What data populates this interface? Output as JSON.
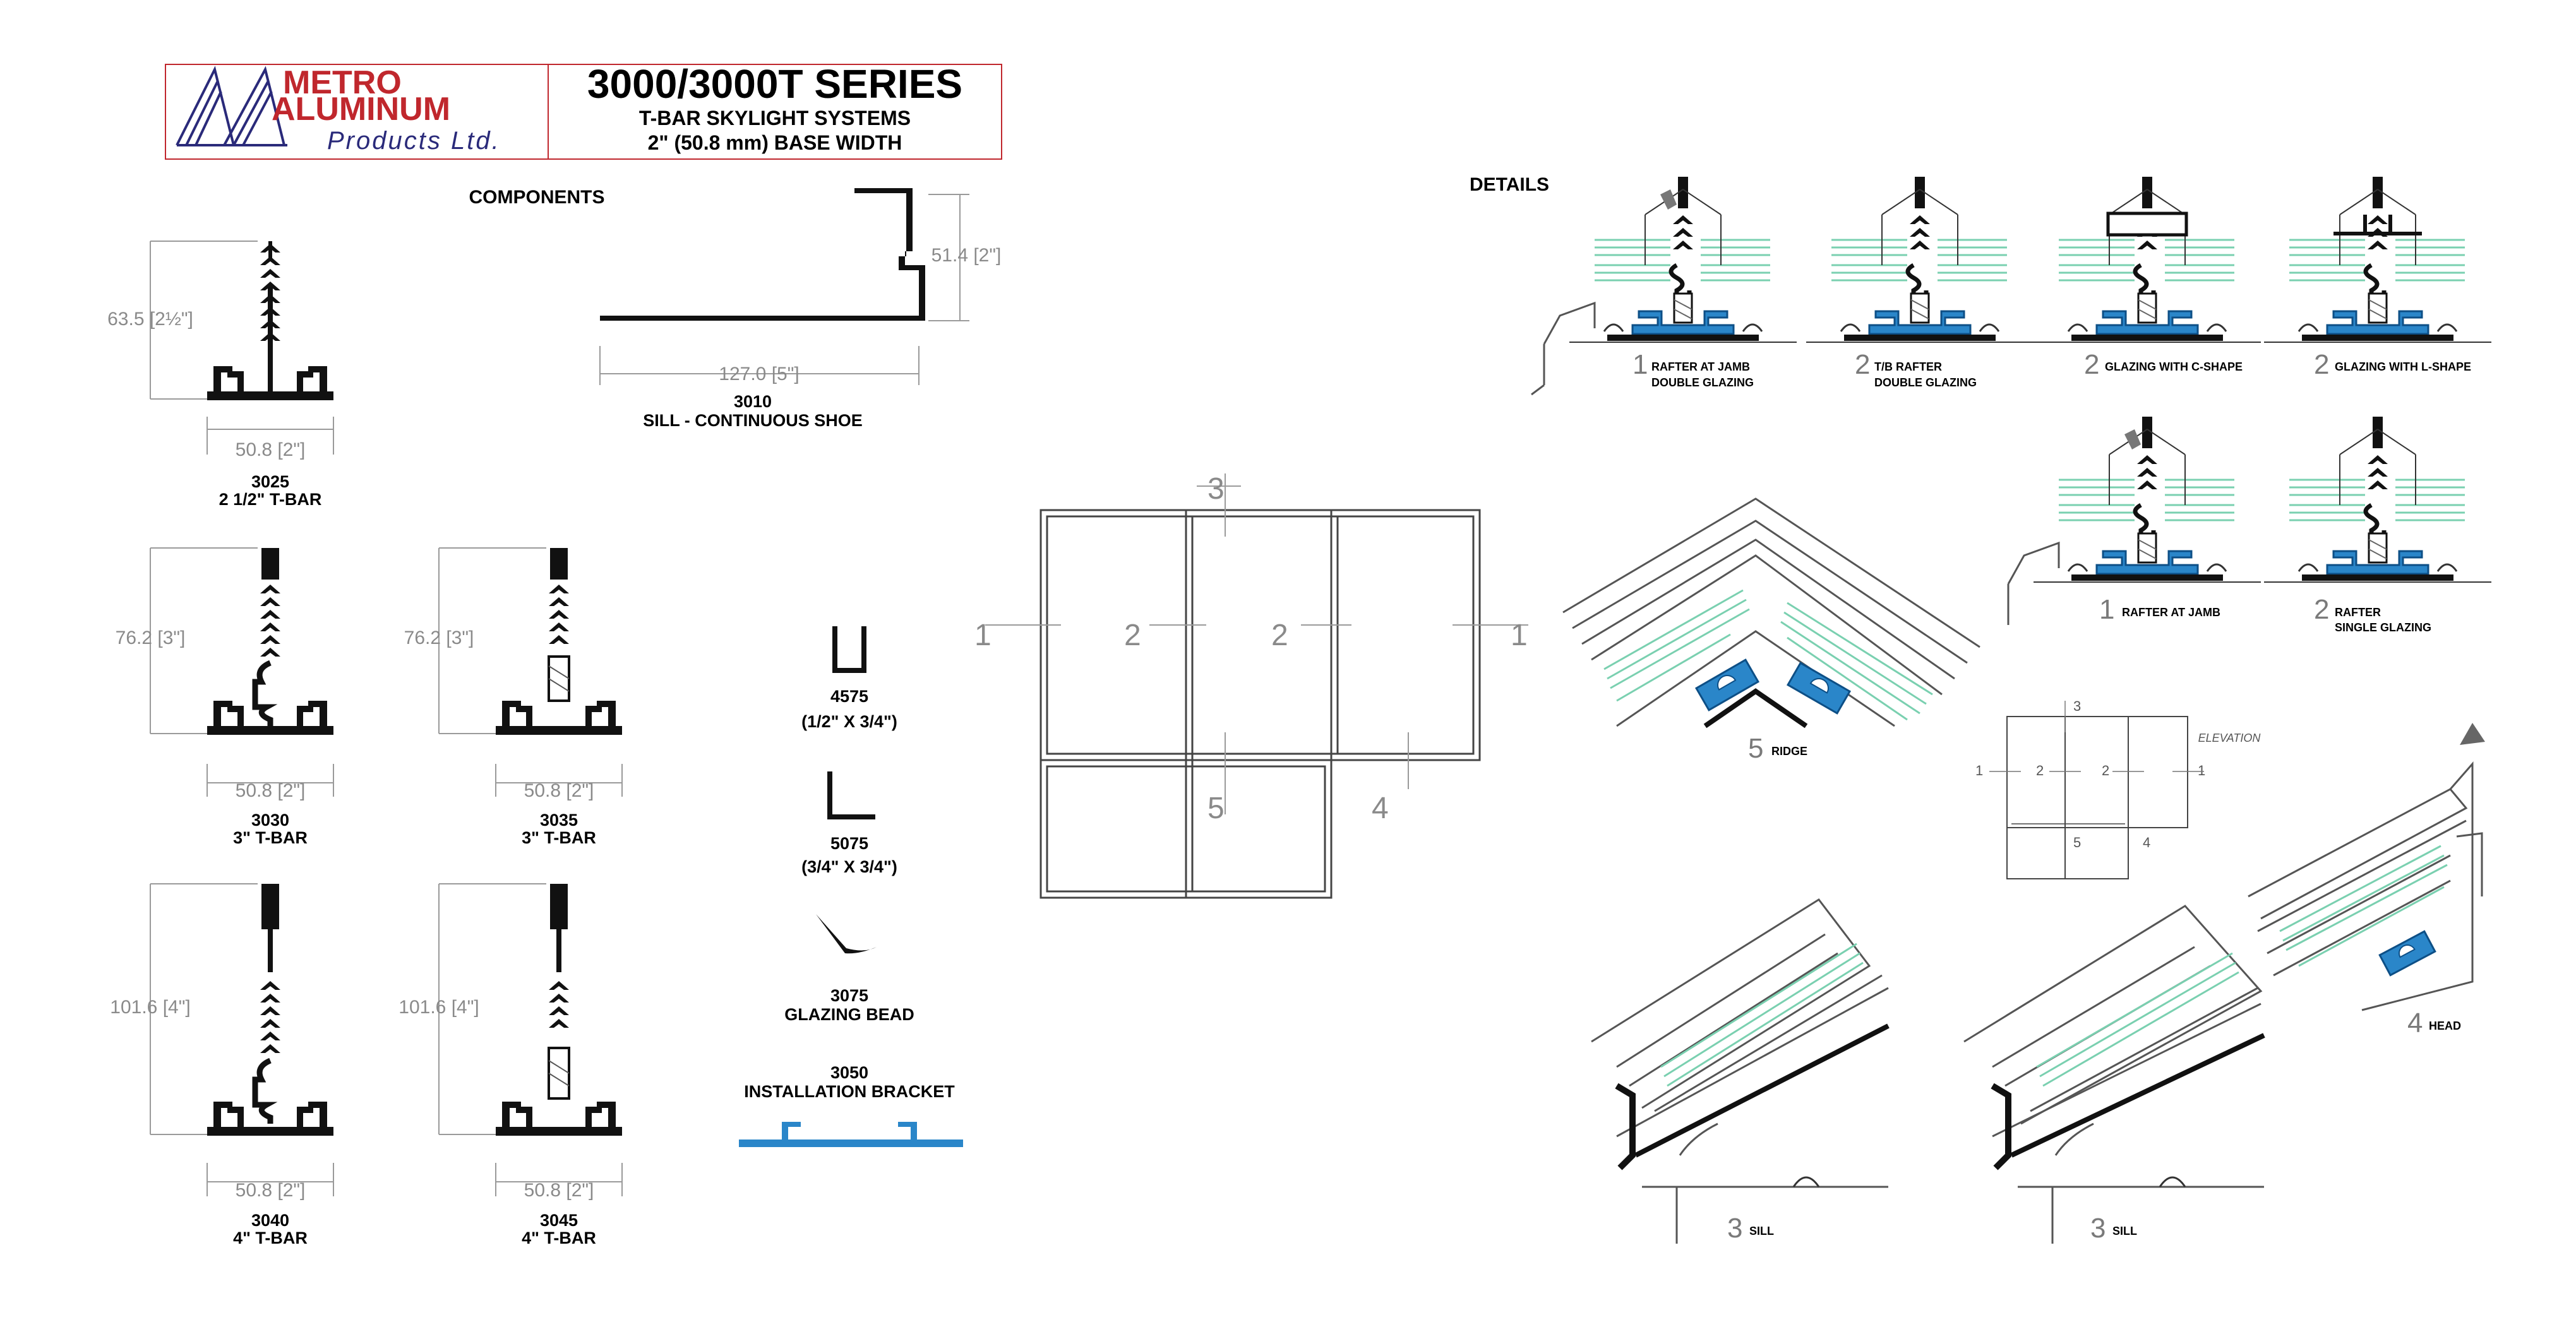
{
  "logo": {
    "brand_line1": "METRO",
    "brand_line2": "ALUMINUM",
    "brand_line3": "Products Ltd.",
    "brand_color": "#c0272d",
    "mark_color": "#2a2a7a"
  },
  "header": {
    "series": "3000/3000T SERIES",
    "subtitle1": "T-BAR SKYLIGHT SYSTEMS",
    "subtitle2": "2\" (50.8 mm) BASE WIDTH"
  },
  "sections": {
    "components": "COMPONENTS",
    "details": "DETAILS"
  },
  "components": [
    {
      "code": "3025",
      "desc": "2 1/2\" T-BAR",
      "height_dim": "63.5 [2½\"]",
      "width_dim": "50.8 [2\"]"
    },
    {
      "code": "3010",
      "desc": "SILL - CONTINUOUS SHOE",
      "height_dim": "51.4 [2\"]",
      "width_dim": "127.0 [5\"]"
    },
    {
      "code": "3030",
      "desc": "3\" T-BAR",
      "height_dim": "76.2 [3\"]",
      "width_dim": "50.8 [2\"]"
    },
    {
      "code": "3035",
      "desc": "3\" T-BAR",
      "height_dim": "76.2 [3\"]",
      "width_dim": "50.8 [2\"]"
    },
    {
      "code": "3040",
      "desc": "4\" T-BAR",
      "height_dim": "101.6 [4\"]",
      "width_dim": "50.8 [2\"]"
    },
    {
      "code": "3045",
      "desc": "4\" T-BAR",
      "height_dim": "101.6 [4\"]",
      "width_dim": "50.8 [2\"]"
    }
  ],
  "accessories": [
    {
      "code": "4575",
      "desc": "(1/2\" X 3/4\")"
    },
    {
      "code": "5075",
      "desc": "(3/4\" X 3/4\")"
    },
    {
      "code": "3075",
      "desc": "GLAZING BEAD"
    },
    {
      "code": "3050",
      "desc": "INSTALLATION BRACKET"
    }
  ],
  "accent_blue": "#2a86c9",
  "glass_green": "#7ad0b0",
  "plan_markers": [
    "3",
    "1",
    "2",
    "2",
    "1",
    "5",
    "4"
  ],
  "details": [
    {
      "num": "1",
      "line1": "RAFTER AT JAMB",
      "line2": "DOUBLE GLAZING"
    },
    {
      "num": "2",
      "line1": "T/B RAFTER",
      "line2": "DOUBLE GLAZING"
    },
    {
      "num": "2",
      "line1": "GLAZING WITH C-SHAPE",
      "line2": ""
    },
    {
      "num": "2",
      "line1": "GLAZING WITH L-SHAPE",
      "line2": ""
    },
    {
      "num": "1",
      "line1": "RAFTER AT JAMB",
      "line2": ""
    },
    {
      "num": "2",
      "line1": "RAFTER",
      "line2": "SINGLE GLAZING"
    },
    {
      "num": "5",
      "line1": "RIDGE",
      "line2": ""
    },
    {
      "num": "4",
      "line1": "HEAD",
      "line2": ""
    },
    {
      "num": "3",
      "line1": "SILL",
      "line2": ""
    },
    {
      "num": "3",
      "line1": "SILL",
      "line2": ""
    }
  ],
  "elevation": {
    "label": "ELEVATION",
    "markers": [
      "3",
      "1",
      "2",
      "2",
      "1",
      "5",
      "4"
    ]
  }
}
